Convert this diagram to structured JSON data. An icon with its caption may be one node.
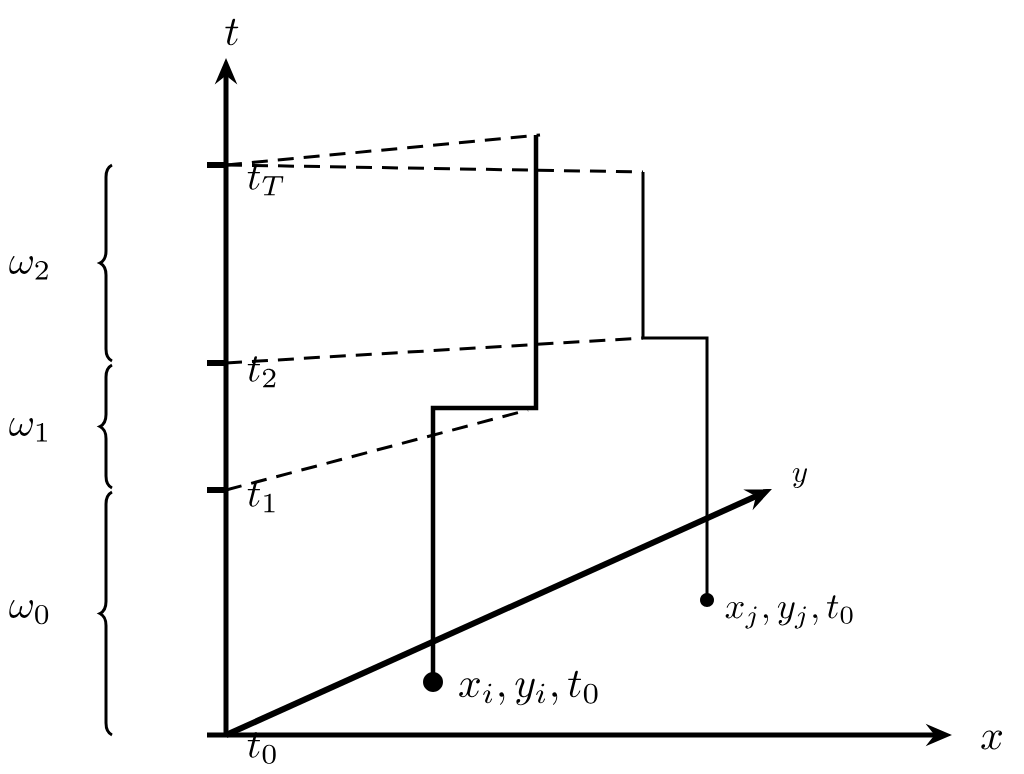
{
  "diagram": {
    "labels": [
      "t",
      "t_T",
      "\\omega_2",
      "t_2",
      "\\omega_1",
      "t_1",
      "y",
      "\\omega_0",
      "x_j,y_j,t_0",
      "x_i,y_i,t_0",
      "t_0",
      "x"
    ]
  }
}
